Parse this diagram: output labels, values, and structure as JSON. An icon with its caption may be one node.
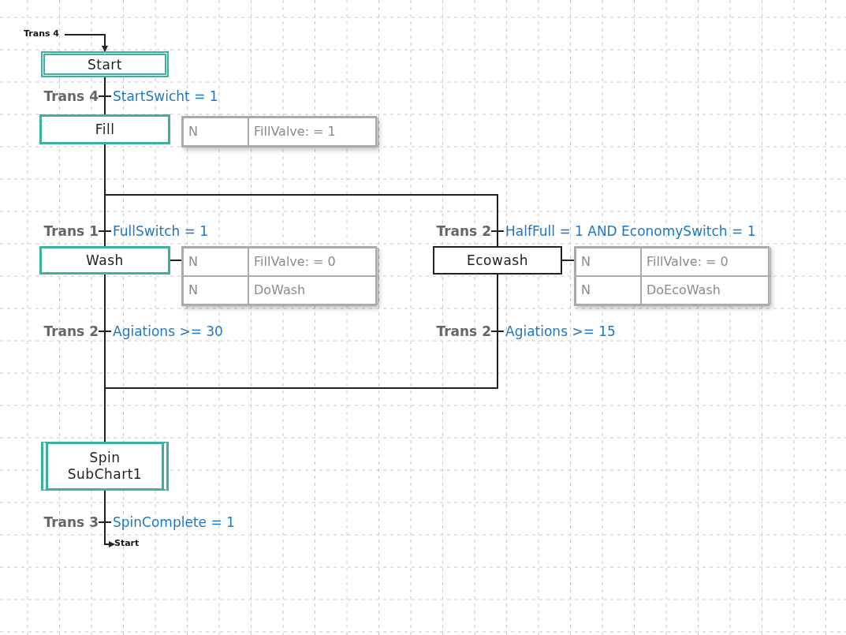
{
  "diagram": {
    "nodes": [
      {
        "text": [
          "Trans 4"
        ]
      },
      {
        "text": [
          "Start"
        ]
      },
      {
        "text": [],
        "shape": "bar",
        "beside": [
          "Trans 4",
          "StartSwicht = 1"
        ]
      },
      {
        "text": [
          "Fill"
        ]
      },
      {
        "text": [
          "N",
          "FillValve: = 1"
        ]
      },
      {
        "text": [],
        "shape": "bar",
        "beside": [
          "Trans 1",
          "FullSwitch = 1"
        ]
      },
      {
        "text": [],
        "shape": "bar",
        "beside": [
          "Trans 2",
          "HalfFull = 1 AND EconomySwitch = 1"
        ]
      },
      {
        "text": [
          "Wash"
        ]
      },
      {
        "text": [
          "N",
          "FillValve: = 0",
          "N",
          "DoWash"
        ]
      },
      {
        "text": [
          "Ecowash"
        ]
      },
      {
        "text": [
          "N",
          "FillValve: = 0",
          "N",
          "DoEcoWash"
        ]
      },
      {
        "text": [],
        "shape": "bar",
        "beside": [
          "Trans 2",
          "Agiations >= 30"
        ]
      },
      {
        "text": [],
        "shape": "bar",
        "beside": [
          "Trans 2",
          "Agiations >= 15"
        ]
      },
      {
        "text": [
          "Spin",
          "SubChart1"
        ]
      },
      {
        "text": [],
        "shape": "bar",
        "beside": [
          "Trans 3",
          "SpinComplete = 1"
        ]
      },
      {
        "text": [
          "Start"
        ]
      }
    ],
    "edges": [
      {
        "from": 0,
        "to": 1,
        "arrow": "to"
      },
      {
        "from": 1,
        "to": 2,
        "arrow": "none"
      },
      {
        "from": 2,
        "to": 3,
        "arrow": "none"
      },
      {
        "from": 3,
        "to": 5,
        "arrow": "none"
      },
      {
        "from": 3,
        "to": 6,
        "arrow": "none"
      },
      {
        "from": 5,
        "to": 7,
        "arrow": "none"
      },
      {
        "from": 6,
        "to": 9,
        "arrow": "none"
      },
      {
        "from": 7,
        "to": 8,
        "arrow": "none"
      },
      {
        "from": 9,
        "to": 10,
        "arrow": "none"
      },
      {
        "from": 7,
        "to": 11,
        "arrow": "none"
      },
      {
        "from": 9,
        "to": 12,
        "arrow": "none"
      },
      {
        "from": 11,
        "to": 13,
        "arrow": "none"
      },
      {
        "from": 12,
        "to": 13,
        "arrow": "none"
      },
      {
        "from": 13,
        "to": 14,
        "arrow": "none"
      },
      {
        "from": 14,
        "to": 15,
        "arrow": "to"
      }
    ]
  }
}
